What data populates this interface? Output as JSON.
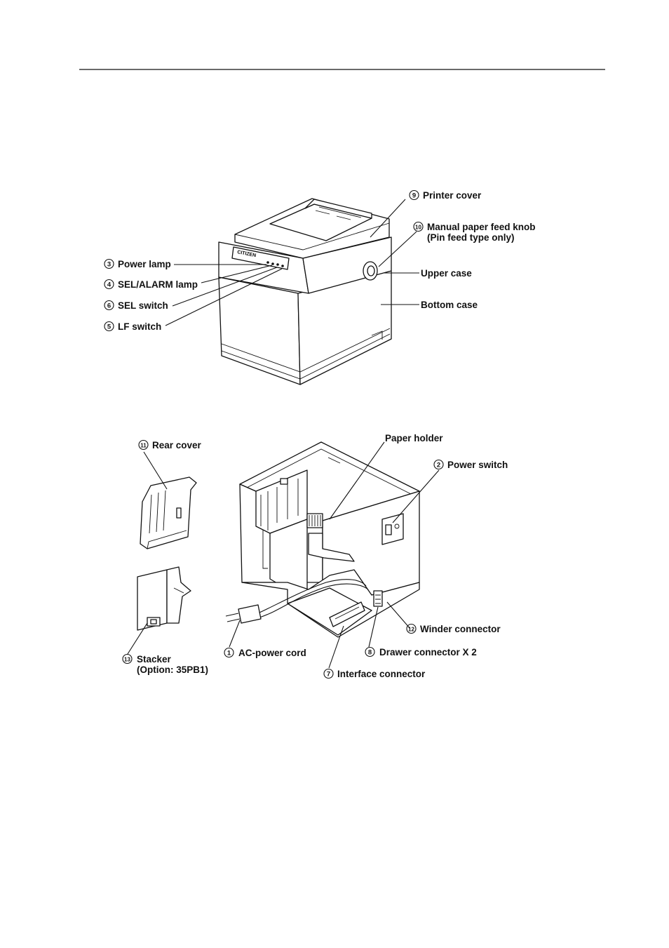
{
  "figure1": {
    "callouts": [
      {
        "id": "printer_cover",
        "num": "9",
        "text": "Printer cover"
      },
      {
        "id": "feed_knob",
        "num": "10",
        "text": "Manual paper feed knob",
        "text2": "(Pin feed type only)"
      },
      {
        "id": "power_lamp",
        "num": "3",
        "text": "Power lamp"
      },
      {
        "id": "sel_alarm_lamp",
        "num": "4",
        "text": "SEL/ALARM lamp"
      },
      {
        "id": "upper_case",
        "num": "",
        "text": "Upper case"
      },
      {
        "id": "sel_switch",
        "num": "6",
        "text": "SEL switch"
      },
      {
        "id": "bottom_case",
        "num": "",
        "text": "Bottom case"
      },
      {
        "id": "lf_switch",
        "num": "5",
        "text": "LF switch"
      }
    ],
    "brand_text": "CITIZEN"
  },
  "figure2": {
    "callouts": [
      {
        "id": "rear_cover",
        "num": "11",
        "text": "Rear cover"
      },
      {
        "id": "paper_holder",
        "num": "",
        "text": "Paper holder"
      },
      {
        "id": "power_switch",
        "num": "2",
        "text": "Power switch"
      },
      {
        "id": "winder_connector",
        "num": "12",
        "text": "Winder connector"
      },
      {
        "id": "stacker",
        "num": "13",
        "text": "Stacker",
        "text2": "(Option: 35PB1)"
      },
      {
        "id": "ac_power_cord",
        "num": "1",
        "text": "AC-power cord"
      },
      {
        "id": "drawer_connector",
        "num": "8",
        "text": "Drawer connector X 2"
      },
      {
        "id": "interface_connector",
        "num": "7",
        "text": "Interface connector"
      }
    ]
  }
}
